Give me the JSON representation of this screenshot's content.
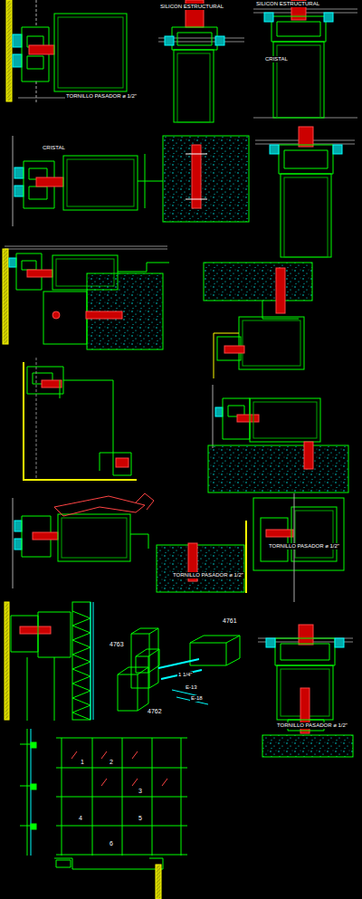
{
  "diagram": {
    "labels": [
      "TORNILLO PASADOR ø 1/2\"",
      "SILICON ESTRUCTURAL",
      "SILICON ESTRUCTURAL",
      "CRISTAL",
      "CRISTAL",
      "TORNILLO PASADOR ø 1/2\"",
      "TORNILLO PASADOR ø 1/2\"",
      "TORNILLO PASADOR ø 1/2\"",
      "4761",
      "4763",
      "4762",
      "E-13",
      "E-18",
      "1 1/4\"",
      "1",
      "2",
      "3",
      "4",
      "5",
      "6"
    ]
  }
}
